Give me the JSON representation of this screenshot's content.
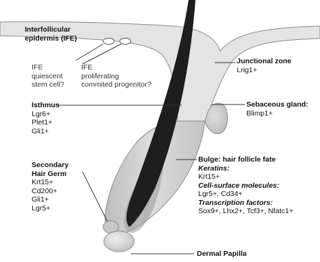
{
  "labels": {
    "ife_title_line1": "Interfollicular",
    "ife_title_line2": "epidermis (IFE)",
    "ife_stem_line1": "IFE",
    "ife_stem_line2": "quiescent",
    "ife_stem_line3": "stem cell?",
    "ife_prog_line1": "IFE",
    "ife_prog_line2": "proliferating",
    "ife_prog_line3": "commited progenitor?",
    "junctional_title": "Junctional zone",
    "junctional_marker": "Lrig1+",
    "sebaceous_title": "Sebaceous gland:",
    "sebaceous_marker": "Blimp1+",
    "isthmus_title": "Isthmus",
    "isthmus_markers": [
      "Lgr6+",
      "Plet1+",
      "Gli1+"
    ],
    "shg_title_line1": "Secondary",
    "shg_title_line2": "Hair Germ",
    "shg_markers": [
      "Krt15+",
      "Cd200+",
      "Gli1+",
      "Lgr5+"
    ],
    "bulge_title": "Bulge: hair follicle fate",
    "keratins_title": "Keratins:",
    "keratins_value": "Krt15+",
    "csm_title": "Cell-surface molecules:",
    "csm_value": "Lgr5+, Cd34+",
    "tf_title": "Transcription factors:",
    "tf_value": "Sox9+, Lhx2+, Tcf3+, Nfatc1+",
    "dermal_papilla": "Dermal Papilla"
  },
  "colors": {
    "epidermis_fill": "#e4e4e4",
    "follicle_fill": "#cfcfcf",
    "outline": "#8a8a8a",
    "hair_shaft": "#1e1e1e",
    "leader_line": "#333333",
    "text": "#111111"
  }
}
